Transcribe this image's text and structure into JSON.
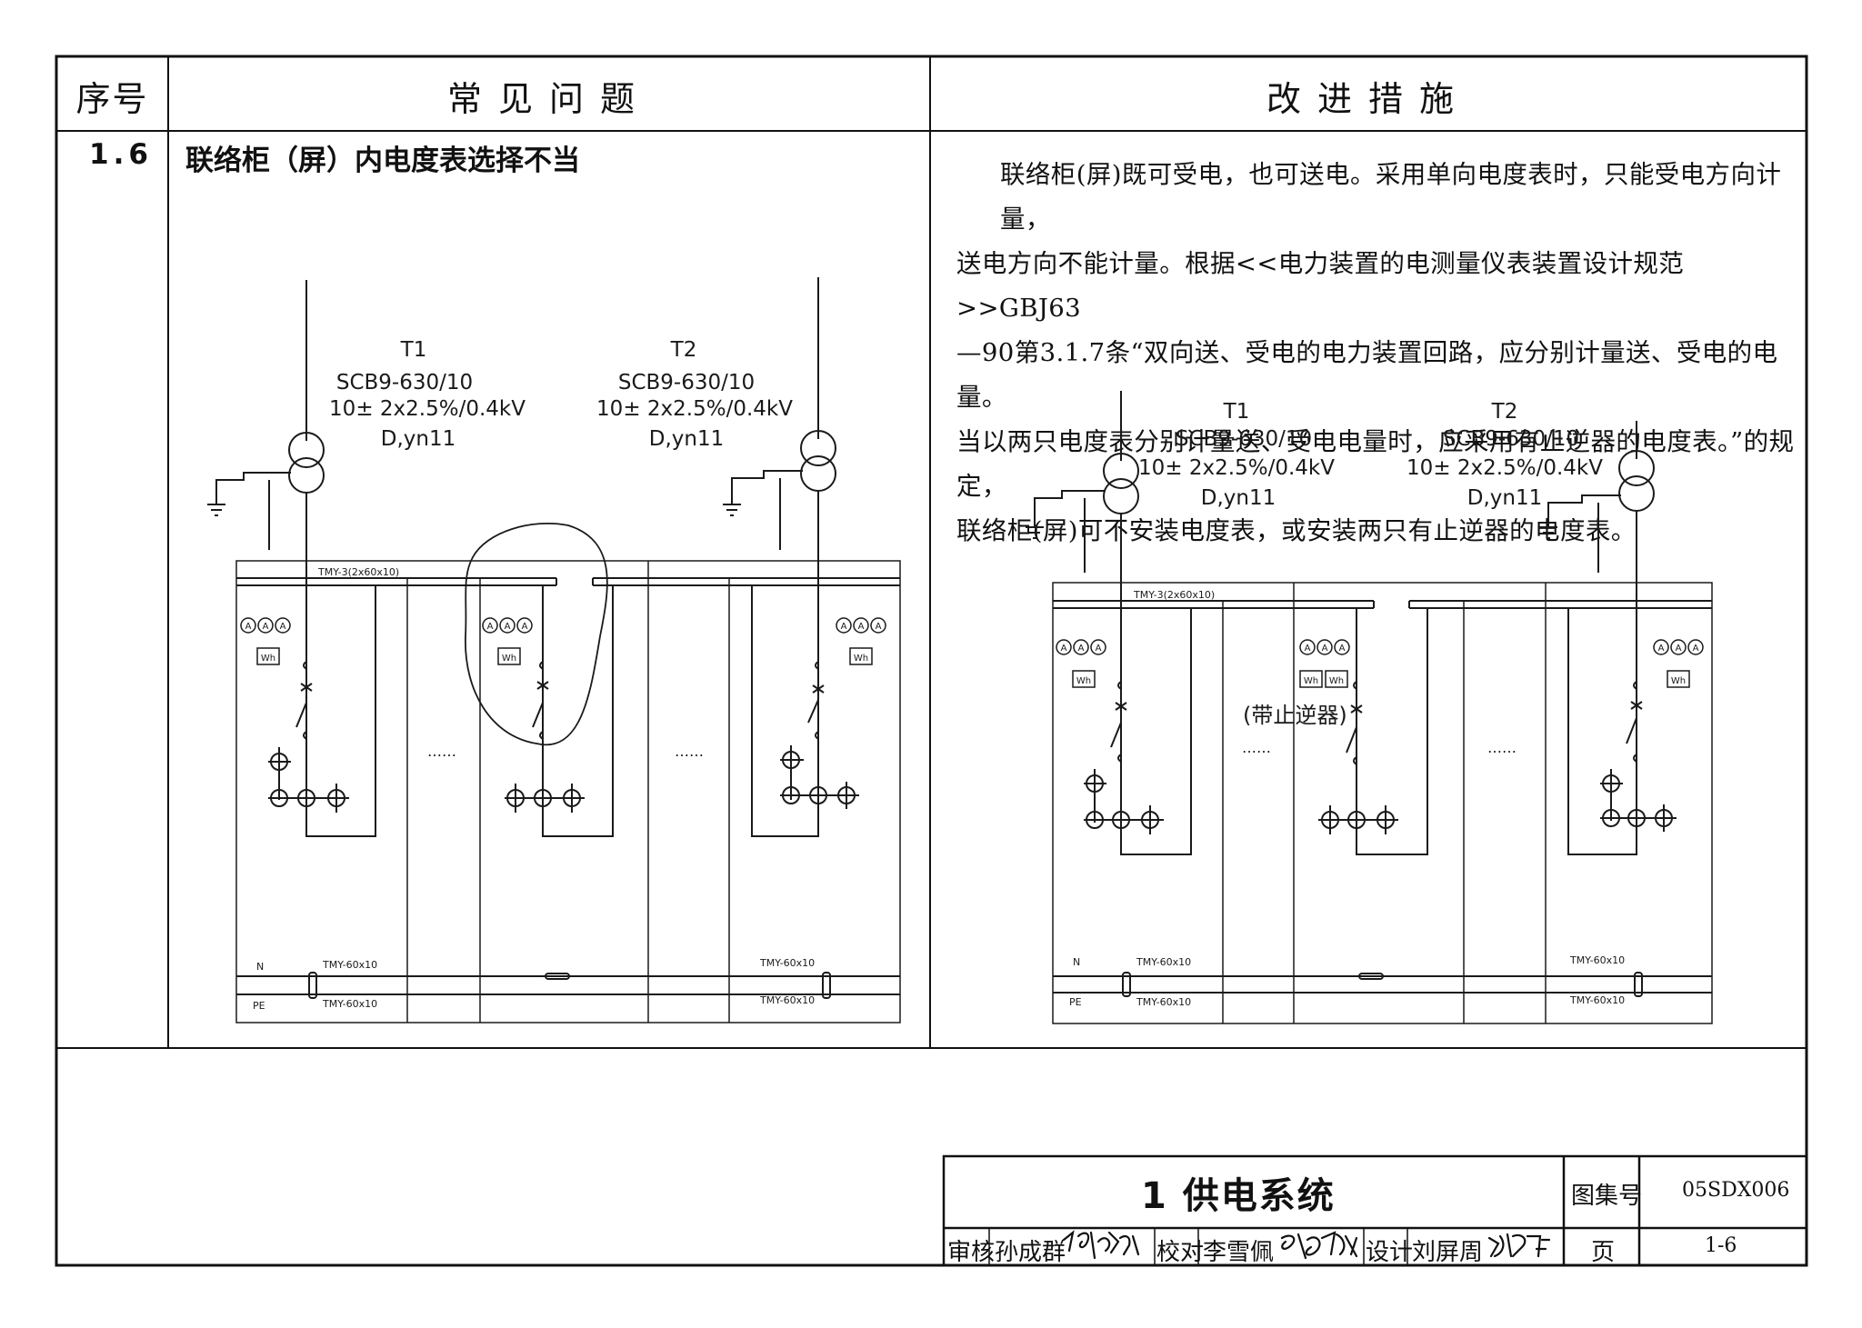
{
  "table": {
    "header": {
      "seq": "序号",
      "problem": "常见问题",
      "measure": "改进措施"
    },
    "row": {
      "seq": "1.6",
      "problem_title": "联络柜（屏）内电度表选择不当",
      "measure_lines": [
        "联络柜(屏)既可受电，也可送电。采用单向电度表时，只能受电方向计量，",
        "送电方向不能计量。根据<<电力装置的电测量仪表装置设计规范>>GBJ63",
        "—90第3.1.7条“双向送、受电的电力装置回路，应分别计量送、受电的电量。",
        "当以两只电度表分别计量送、受电电量时，应采用有止逆器的电度表。”的规定，",
        "联络柜(屏)可不安装电度表，或安装两只有止逆器的电度表。"
      ]
    }
  },
  "diagram_left": {
    "t1": {
      "name": "T1",
      "model": "SCB9-630/10",
      "ratio": "10± 2x2.5%/0.4kV",
      "vector": "D,yn11"
    },
    "t2": {
      "name": "T2",
      "model": "SCB9-630/10",
      "ratio": "10± 2x2.5%/0.4kV",
      "vector": "D,yn11"
    },
    "busbar": "TMY-3(2x60x10)",
    "n_label": "N",
    "pe_label": "PE",
    "n_bus_left": "TMY-60x10",
    "pe_bus_left": "TMY-60x10",
    "n_bus_right": "TMY-60x10",
    "pe_bus_right": "TMY-60x10",
    "ellipsis": "……"
  },
  "diagram_right": {
    "t1": {
      "name": "T1",
      "model": "SCB9-630/10",
      "ratio": "10± 2x2.5%/0.4kV",
      "vector": "D,yn11"
    },
    "t2": {
      "name": "T2",
      "model": "SCB9-630/10",
      "ratio": "10± 2x2.5%/0.4kV",
      "vector": "D,yn11"
    },
    "busbar": "TMY-3(2x60x10)",
    "reverse_stop": "(带止逆器)",
    "n_label": "N",
    "pe_label": "PE",
    "n_bus_left": "TMY-60x10",
    "pe_bus_left": "TMY-60x10",
    "n_bus_right": "TMY-60x10",
    "pe_bus_right": "TMY-60x10",
    "ellipsis": "……"
  },
  "symbols": {
    "ammeter": "A",
    "watt_hour": "Wh"
  },
  "title_block": {
    "chapter": "1 供电系统",
    "atlas_label": "图集号",
    "atlas_no": "05SDX006",
    "page_label": "页",
    "page_no": "1-6",
    "review_label": "审核",
    "reviewer": "孙成群",
    "check_label": "校对",
    "checker": "李雪佩",
    "design_label": "设计",
    "designer": "刘屏周"
  }
}
